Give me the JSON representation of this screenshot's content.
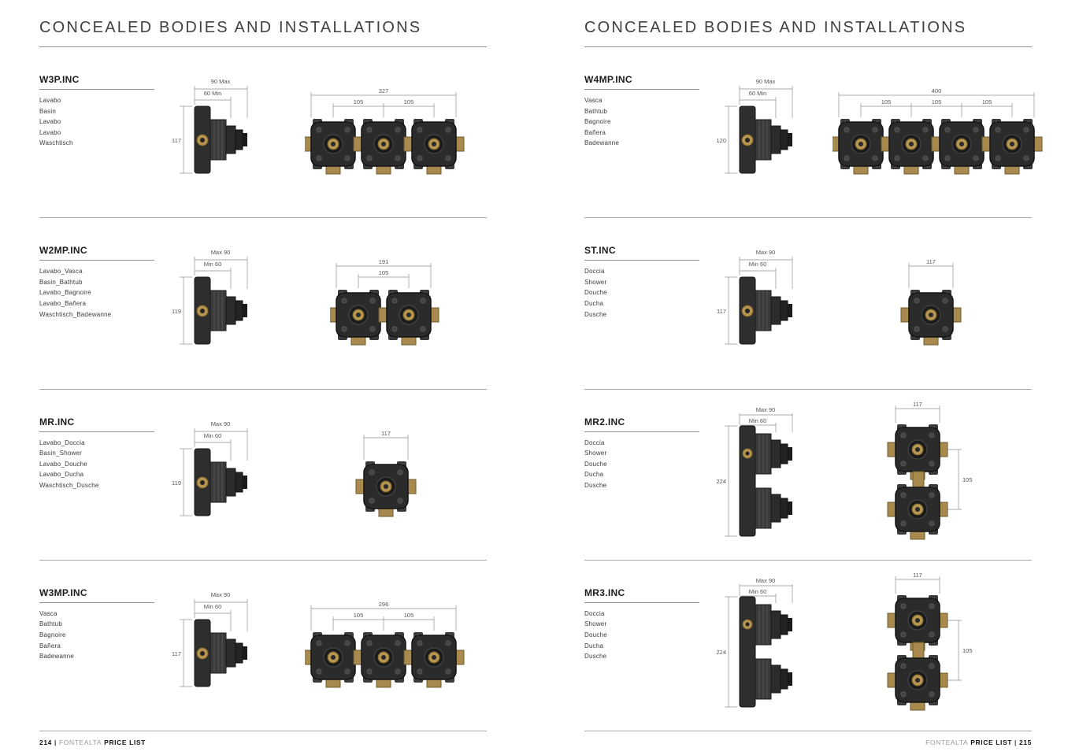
{
  "colors": {
    "brass": "#b6954f",
    "body_dark": "#2b2b2b",
    "rule_gray": "#8f8f8f"
  },
  "pages": [
    {
      "title": "CONCEALED BODIES AND INSTALLATIONS",
      "footer": {
        "page_number": "214",
        "separator": "|",
        "brand": "FONTEALTA",
        "label": "PRICE LIST"
      },
      "products": [
        {
          "code": "W3P.INC",
          "names": [
            "Lavabo",
            "Basin",
            "Lavabo",
            "Lavabo",
            "Waschtisch"
          ],
          "side": {
            "depth_max": "90 Max",
            "depth_min": "60 Min",
            "height": "117"
          },
          "front": {
            "width": "327",
            "seg1": "105",
            "seg2": "105"
          }
        },
        {
          "code": "W2MP.INC",
          "names": [
            "Lavabo_Vasca",
            "Basin_Bathtub",
            "Lavabo_Bagnoire",
            "Lavabo_Bañera",
            "Waschtisch_Badewanne"
          ],
          "side": {
            "depth_max": "Max 90",
            "depth_min": "Min 60",
            "height": "119"
          },
          "front": {
            "width": "191",
            "seg1": "105"
          }
        },
        {
          "code": "MR.INC",
          "names": [
            "Lavabo_Doccia",
            "Basin_Shower",
            "Lavabo_Douche",
            "Lavabo_Ducha",
            "Waschtisch_Dusche"
          ],
          "side": {
            "depth_max": "Max 90",
            "depth_min": "Min 60",
            "height": "119"
          },
          "front": {
            "width": "117"
          }
        },
        {
          "code": "W3MP.INC",
          "names": [
            "Vasca",
            "Bathtub",
            "Bagnoire",
            "Bañera",
            "Badewanne"
          ],
          "side": {
            "depth_max": "Max 90",
            "depth_min": "Min 60",
            "height": "117"
          },
          "front": {
            "width": "296",
            "seg1": "105",
            "seg2": "105"
          }
        }
      ]
    },
    {
      "title": "CONCEALED BODIES AND INSTALLATIONS",
      "footer": {
        "page_number": "215",
        "separator": "|",
        "brand": "FONTEALTA",
        "label": "PRICE LIST"
      },
      "products": [
        {
          "code": "W4MP.INC",
          "names": [
            "Vasca",
            "Bathtub",
            "Bagnoire",
            "Bañera",
            "Badewanne"
          ],
          "side": {
            "depth_max": "90 Max",
            "depth_min": "60 Min",
            "height": "120"
          },
          "front": {
            "width": "400",
            "seg1": "105",
            "seg2": "105",
            "seg3": "105"
          }
        },
        {
          "code": "ST.INC",
          "names": [
            "Doccia",
            "Shower",
            "Douche",
            "Ducha",
            "Dusche"
          ],
          "side": {
            "depth_max": "Max 90",
            "depth_min": "Min 60",
            "height": "117"
          },
          "front": {
            "width": "117"
          }
        },
        {
          "code": "MR2.INC",
          "names": [
            "Doccia",
            "Shower",
            "Douche",
            "Ducha",
            "Dusche"
          ],
          "side": {
            "depth_max": "Max 90",
            "depth_min": "Min 60",
            "height": "224"
          },
          "front": {
            "width": "117",
            "vertical": "105"
          }
        },
        {
          "code": "MR3.INC",
          "names": [
            "Doccia",
            "Shower",
            "Douche",
            "Ducha",
            "Dusche"
          ],
          "side": {
            "depth_max": "Max 90",
            "depth_min": "Min 60",
            "height": "224"
          },
          "front": {
            "width": "117",
            "vertical": "105"
          }
        }
      ]
    }
  ]
}
